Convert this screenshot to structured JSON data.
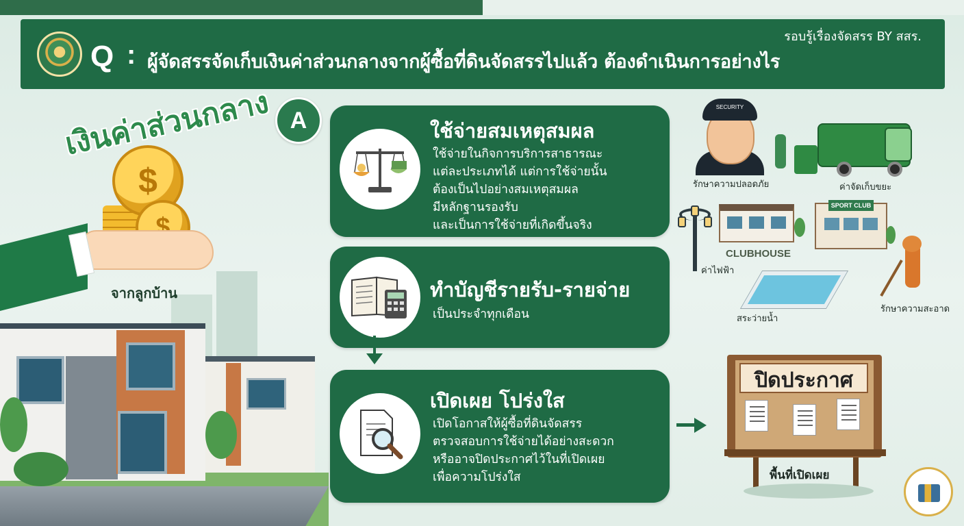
{
  "header": {
    "series_label": "รอบรู้เรื่องจัดสรร BY สสร.",
    "q_letter": "Q",
    "q_colon": ":",
    "question": "ผู้จัดสรรจัดเก็บเงินค่าส่วนกลางจากผู้ซื้อที่ดินจัดสรรไปแล้ว ต้องดำเนินการอย่างไร"
  },
  "left": {
    "title": "เงินค่าส่วนกลาง",
    "coin_symbol": "$",
    "from_label": "จากลูกบ้าน"
  },
  "answer_badge": "A",
  "cards": [
    {
      "title": "ใช้จ่ายสมเหตุสมผล",
      "lines": [
        "ใช้จ่ายในกิจการบริการสาธารณะ",
        "แต่ละประเภทได้ แต่การใช้จ่ายนั้น",
        "ต้องเป็นไปอย่างสมเหตุสมผล",
        "มีหลักฐานรองรับ",
        "และเป็นการใช้จ่ายที่เกิดขึ้นจริง"
      ],
      "icon": "scale-icon"
    },
    {
      "title": "ทำบัญชีรายรับ-รายจ่าย",
      "lines": [
        "เป็นประจำทุกเดือน"
      ],
      "icon": "ledger-calculator-icon"
    },
    {
      "title": "เปิดเผย โปร่งใส",
      "lines": [
        "เปิดโอกาสให้ผู้ซื้อที่ดินจัดสรร",
        "ตรวจสอบการใช้จ่ายได้อย่างสะดวก",
        "หรืออาจปิดประกาศไว้ในที่เปิดเผย",
        "เพื่อความโปร่งใส"
      ],
      "icon": "document-magnifier-icon"
    }
  ],
  "services": {
    "security": "รักษาความปลอดภัย",
    "security_cap": "SECURITY",
    "garbage": "ค่าจัดเก็บขยะ",
    "clubhouse": "CLUBHOUSE",
    "sport_club": "SPORT CLUB",
    "electricity": "ค่าไฟฟ้า",
    "pool": "สระว่ายน้ำ",
    "cleaning": "รักษาความสะอาด"
  },
  "board": {
    "title": "ปิดประกาศ",
    "area": "พื้นที่เปิดเผย"
  },
  "colors": {
    "primary_green": "#1f6b45",
    "accent_green": "#2e8a4c",
    "coin_gold": "#f3bb2e"
  }
}
